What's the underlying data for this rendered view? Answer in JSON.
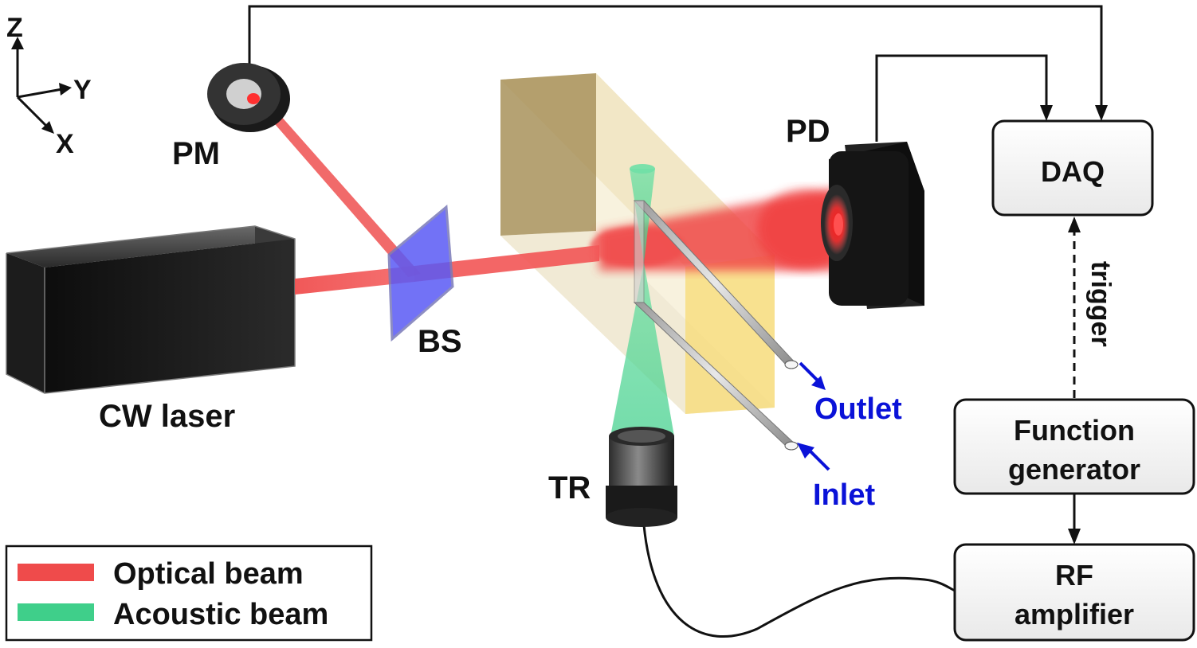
{
  "axes": {
    "z": "Z",
    "y": "Y",
    "x": "X"
  },
  "components": {
    "laser": "CW laser",
    "beam_splitter": "BS",
    "power_meter": "PM",
    "photodetector": "PD",
    "transducer": "TR"
  },
  "flow": {
    "outlet": "Outlet",
    "inlet": "Inlet"
  },
  "boxes": {
    "daq": "DAQ",
    "function_generator": [
      "Function",
      "generator"
    ],
    "rf_amplifier": [
      "RF",
      "amplifier"
    ]
  },
  "signal": {
    "trigger": "trigger"
  },
  "legend": {
    "items": [
      {
        "label": "Optical beam",
        "color": "#ef4b4b"
      },
      {
        "label": "Acoustic beam",
        "color": "#3fcf8a"
      }
    ]
  },
  "colors": {
    "flow_arrow": "#0a12d8",
    "beam_splitter": "#6a6af5"
  }
}
